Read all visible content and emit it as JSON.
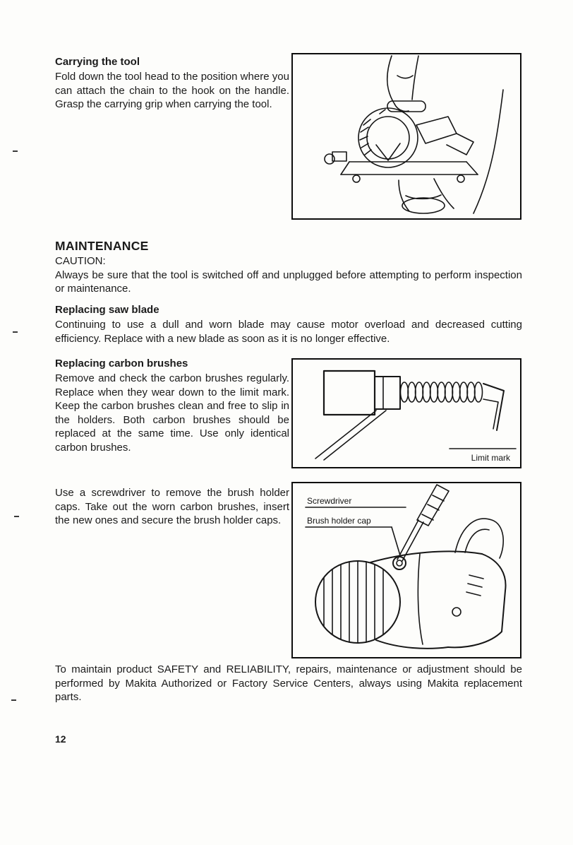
{
  "page_number": "12",
  "carrying": {
    "heading": "Carrying the tool",
    "body": "Fold down the tool head to the position where you can attach the chain to the hook on the handle. Grasp the carrying grip when carrying the tool."
  },
  "maintenance": {
    "heading": "MAINTENANCE",
    "caution_label": "CAUTION:",
    "caution_body": "Always be sure that the tool is switched off and unplugged before attempting to perform inspection or maintenance."
  },
  "saw_blade": {
    "heading": "Replacing saw blade",
    "body": "Continuing to use a dull and worn blade may cause motor overload and decreased cutting efficiency. Replace with a new blade as soon as it is no longer effective."
  },
  "carbon_brushes": {
    "heading": "Replacing carbon brushes",
    "body1": "Remove and check the carbon brushes regularly. Replace when they wear down to the limit mark. Keep the carbon brushes clean and free to slip in the holders. Both carbon brushes should be replaced at the same time. Use only identical carbon brushes.",
    "body2": "Use a screwdriver to remove the brush holder caps. Take out the worn carbon brushes, insert the new ones and secure the brush holder caps."
  },
  "closing_body": "To maintain product SAFETY and RELIABILITY, repairs, maintenance or adjustment should be performed by Makita Authorized or Factory Service Centers, always using Makita replacement parts.",
  "figure_labels": {
    "limit_mark": "Limit mark",
    "screwdriver": "Screwdriver",
    "brush_holder_cap": "Brush holder cap"
  }
}
